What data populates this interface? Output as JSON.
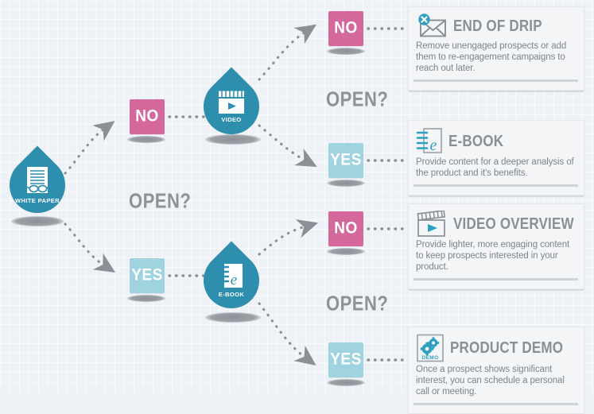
{
  "theme": {
    "background": "#eef1f5",
    "teal": "#2e8ead",
    "pink": "#d4679c",
    "light_blue": "#9fd3e0",
    "gray_text": "#8a8f95",
    "body_text": "#7e848a",
    "card_bg": "#f3f5f7"
  },
  "flow": {
    "start": {
      "label": "WHITE PAPER",
      "icon": "white-paper-document-icon"
    },
    "question_1": "OPEN?",
    "question_2": "OPEN?",
    "question_3": "OPEN?",
    "branch_no": "NO",
    "branch_yes": "YES",
    "node_video": {
      "label": "VIDEO",
      "icon": "video-clapperboard-icon"
    },
    "node_ebook": {
      "label": "E-BOOK",
      "icon": "ebook-notebook-icon"
    },
    "chips": {
      "top_no": "NO",
      "top_yes": "YES",
      "mid_no": "NO",
      "bottom_yes": "YES",
      "left_no": "NO",
      "left_yes": "YES"
    }
  },
  "cards": [
    {
      "id": "end-of-drip",
      "icon": "envelope-x-icon",
      "title": "END OF DRIP",
      "body": "Remove unengaged prospects or add them to re-engagement campaigns to reach out later."
    },
    {
      "id": "e-book",
      "icon": "ebook-notebook-icon",
      "title": "E-BOOK",
      "body": "Provide content for a deeper analysis of the product and it's benefits."
    },
    {
      "id": "video-overview",
      "icon": "video-clapperboard-icon",
      "title": "VIDEO OVERVIEW",
      "body": "Provide lighter, more engaging content to keep prospects interested in your product."
    },
    {
      "id": "product-demo",
      "icon": "gears-demo-icon",
      "title": "PRODUCT DEMO",
      "body": "Once a prospect shows significant interest, you can schedule a personal call or meeting."
    }
  ]
}
